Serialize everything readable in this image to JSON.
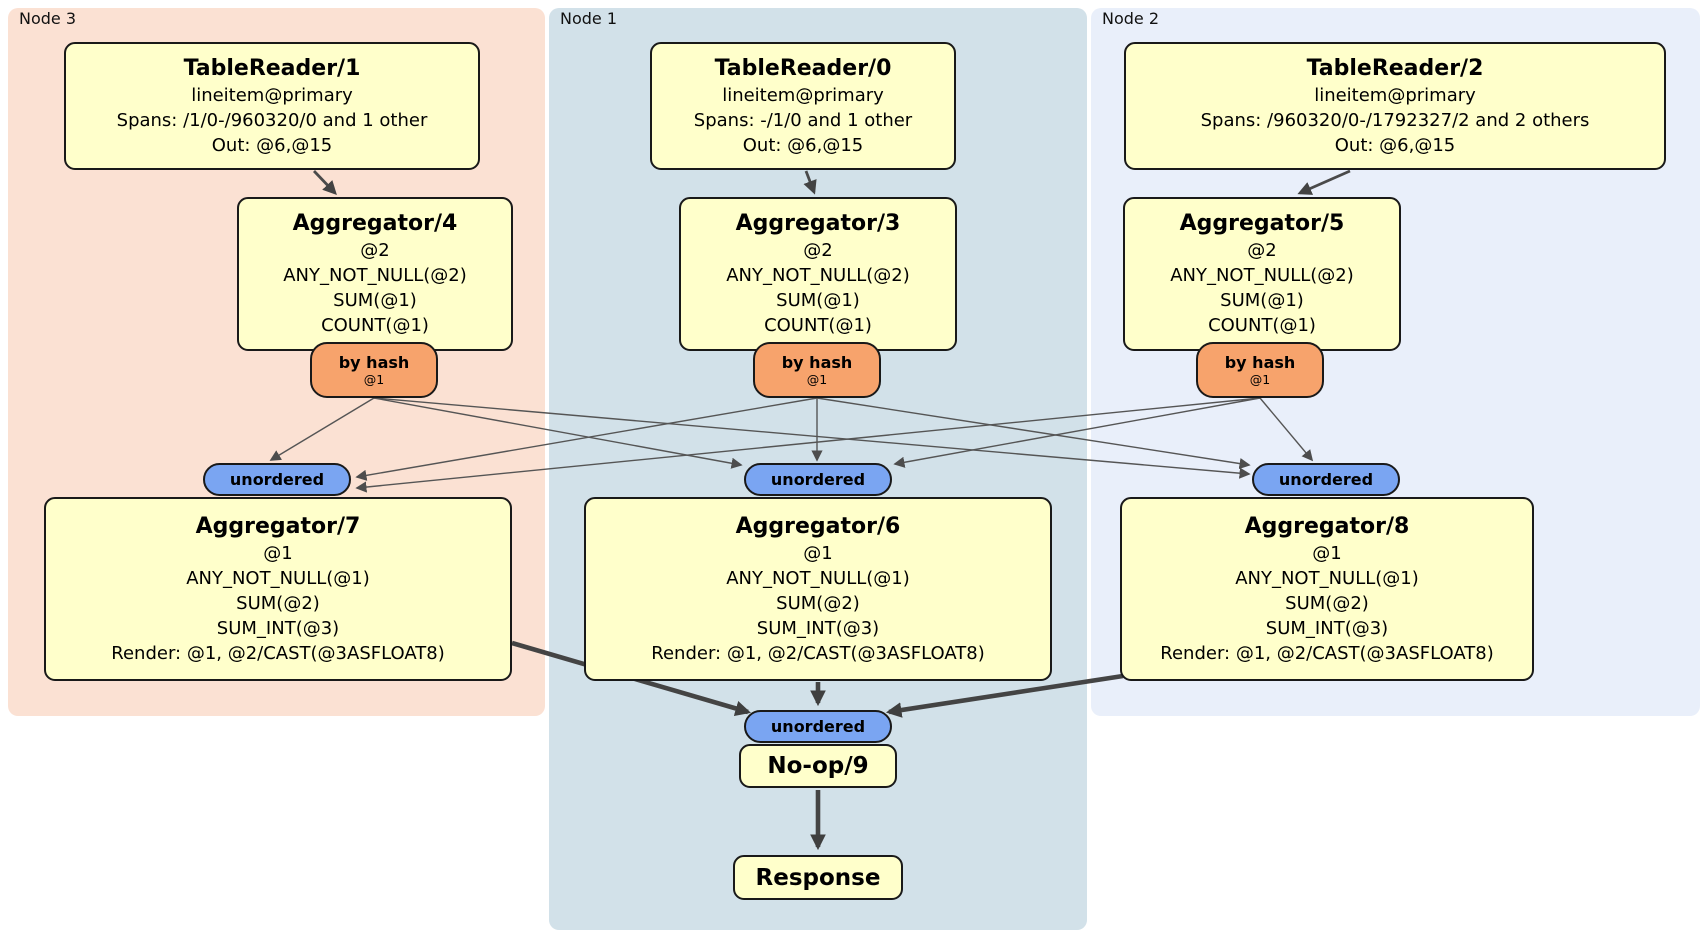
{
  "regions": [
    {
      "label": "Node 3",
      "bg": "#fbe1d3"
    },
    {
      "label": "Node 1",
      "bg": "#d2e1e9"
    },
    {
      "label": "Node 2",
      "bg": "#e9effa"
    }
  ],
  "processors": {
    "tr1": {
      "title": "TableReader/1",
      "lines": [
        "lineitem@primary",
        "Spans: /1/0-/960320/0 and 1 other",
        "Out: @6,@15"
      ]
    },
    "tr0": {
      "title": "TableReader/0",
      "lines": [
        "lineitem@primary",
        "Spans: -/1/0 and 1 other",
        "Out: @6,@15"
      ]
    },
    "tr2": {
      "title": "TableReader/2",
      "lines": [
        "lineitem@primary",
        "Spans: /960320/0-/1792327/2 and 2 others",
        "Out: @6,@15"
      ]
    },
    "agg4": {
      "title": "Aggregator/4",
      "lines": [
        "@2",
        "ANY_NOT_NULL(@2)",
        "SUM(@1)",
        "COUNT(@1)"
      ]
    },
    "agg3": {
      "title": "Aggregator/3",
      "lines": [
        "@2",
        "ANY_NOT_NULL(@2)",
        "SUM(@1)",
        "COUNT(@1)"
      ]
    },
    "agg5": {
      "title": "Aggregator/5",
      "lines": [
        "@2",
        "ANY_NOT_NULL(@2)",
        "SUM(@1)",
        "COUNT(@1)"
      ]
    },
    "agg7": {
      "title": "Aggregator/7",
      "lines": [
        "@1",
        "ANY_NOT_NULL(@1)",
        "SUM(@2)",
        "SUM_INT(@3)",
        "Render: @1, @2/CAST(@3ASFLOAT8)"
      ]
    },
    "agg6": {
      "title": "Aggregator/6",
      "lines": [
        "@1",
        "ANY_NOT_NULL(@1)",
        "SUM(@2)",
        "SUM_INT(@3)",
        "Render: @1, @2/CAST(@3ASFLOAT8)"
      ]
    },
    "agg8": {
      "title": "Aggregator/8",
      "lines": [
        "@1",
        "ANY_NOT_NULL(@1)",
        "SUM(@2)",
        "SUM_INT(@3)",
        "Render: @1, @2/CAST(@3ASFLOAT8)"
      ]
    },
    "noop": {
      "title": "No-op/9"
    },
    "response": {
      "title": "Response"
    }
  },
  "routers": {
    "by_hash": {
      "label": "by hash",
      "detail": "@1"
    }
  },
  "streams": {
    "unordered": {
      "label": "unordered"
    }
  },
  "colors": {
    "processor_fill": "#ffffcb",
    "processor_border": "#191919",
    "hash_router_fill": "#f7a36c",
    "stream_fill": "#7aa5f2",
    "edge": "#4d4d4d",
    "node3_bg": "#fbe1d3",
    "node1_bg": "#d2e1e9",
    "node2_bg": "#e9effa"
  }
}
